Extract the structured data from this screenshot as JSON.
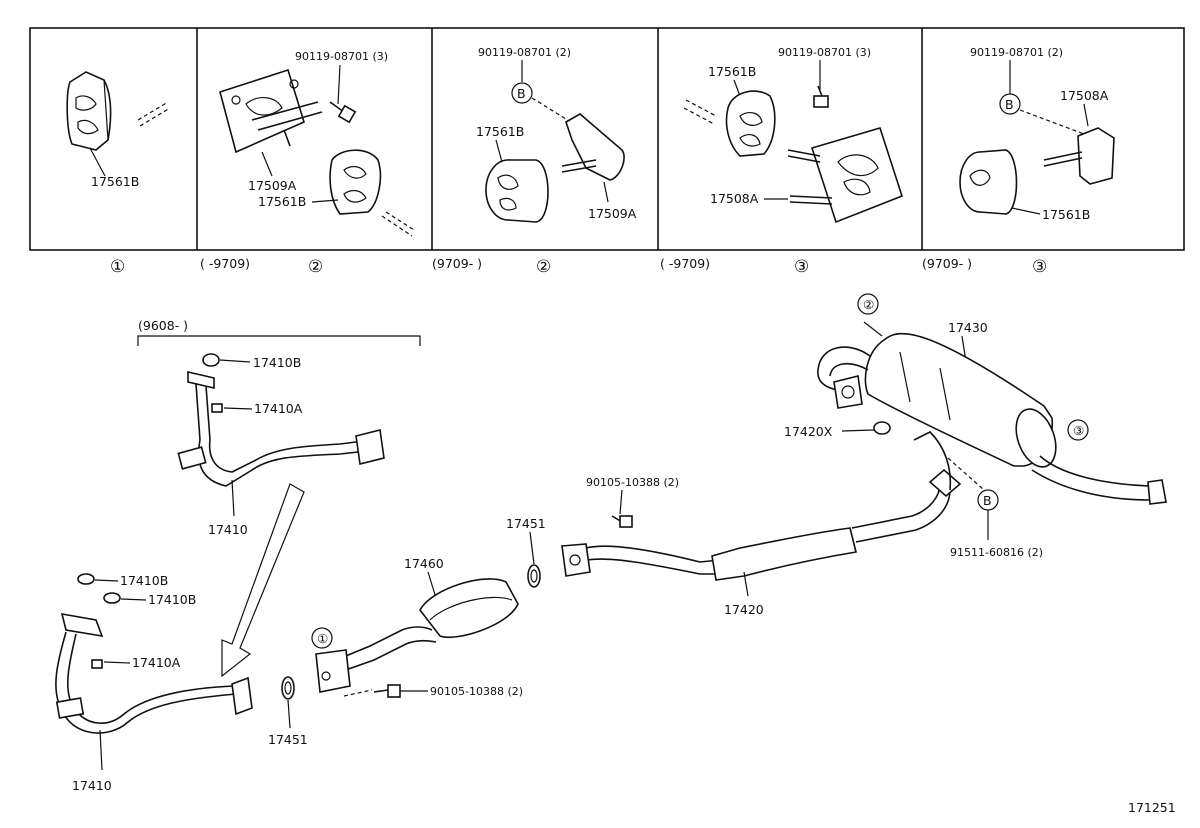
{
  "inset_panels": [
    {
      "labels": {
        "mount": "17561B"
      },
      "ref": "①"
    },
    {
      "labels": {
        "bolt": "90119-08701 (3)",
        "bracket": "17509A",
        "mount": "17561B"
      },
      "range": "(    -9709)",
      "ref": "②"
    },
    {
      "labels": {
        "bolt": "90119-08701 (2)",
        "mount": "17561B",
        "bracket": "17509A"
      },
      "range": "(9709-     )",
      "ref": "②"
    },
    {
      "labels": {
        "bolt": "90119-08701 (3)",
        "mount": "17561B",
        "bracket": "17508A"
      },
      "range": "(    -9709)",
      "ref": "③"
    },
    {
      "labels": {
        "bolt": "90119-08701 (2)",
        "bracket": "17508A",
        "mount": "17561B"
      },
      "range": "(9709-     )",
      "ref": "③"
    }
  ],
  "callout_b": "B",
  "main": {
    "range_9608": "(9608-     )",
    "p17410B_top": "17410B",
    "p17410A_top": "17410A",
    "p17410_top": "17410",
    "p17410B_1": "17410B",
    "p17410B_2": "17410B",
    "p17410A_bot": "17410A",
    "p17410_bot": "17410",
    "p17451_left": "17451",
    "p17460": "17460",
    "ref1": "①",
    "bolt_bottom": "90105-10388 (2)",
    "p17451_mid": "17451",
    "bolt_mid": "90105-10388 (2)",
    "p17420": "17420",
    "ref2": "②",
    "p17430": "17430",
    "p17420X": "17420X",
    "ref3": "③",
    "bolt_right": "91511-60816 (2)"
  },
  "footer_code": "171251"
}
